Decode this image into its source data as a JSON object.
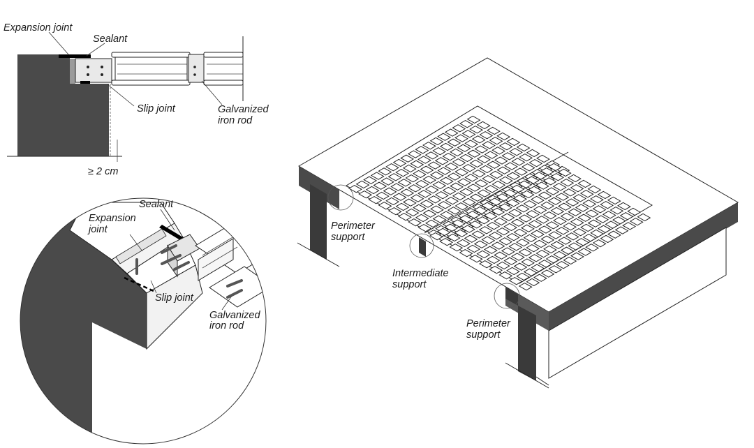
{
  "section_detail": {
    "labels": {
      "expansion_joint": "Expansion joint",
      "sealant": "Sealant",
      "slip_joint": "Slip joint",
      "galvanized_rod_line1": "Galvanized",
      "galvanized_rod_line2": "iron rod",
      "min_gap": "≥ 2 cm"
    }
  },
  "circle_detail": {
    "labels": {
      "sealant": "Sealant",
      "expansion_joint_line1": "Expansion",
      "expansion_joint_line2": "joint",
      "slip_joint": "Slip joint",
      "galvanized_rod_line1": "Galvanized",
      "galvanized_rod_line2": "iron rod"
    }
  },
  "iso_view": {
    "grid": {
      "cols_per_panel": 10,
      "rows": 17,
      "panels": 2
    },
    "labels": {
      "perimeter_support_a_line1": "Perimeter",
      "perimeter_support_a_line2": "support",
      "intermediate_support_line1": "Intermediate",
      "intermediate_support_line2": "support",
      "perimeter_support_b_line1": "Perimeter",
      "perimeter_support_b_line2": "support"
    }
  },
  "colors": {
    "concrete_dark": "#4a4a4a",
    "ink": "#222222",
    "sealant": "#000000",
    "paper": "#ffffff"
  }
}
